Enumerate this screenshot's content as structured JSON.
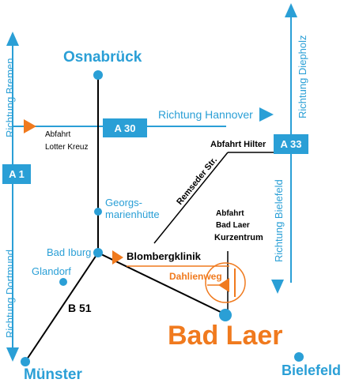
{
  "cities": {
    "osnabrueck": "Osnabrück",
    "muenster": "Münster",
    "bielefeld": "Bielefeld",
    "bad_laer": "Bad Laer",
    "bad_iburg": "Bad Iburg",
    "glandorf": "Glandorf",
    "georgsmarienhuette_1": "Georgs-",
    "georgsmarienhuette_2": "marienhütte"
  },
  "directions": {
    "bremen": "Richtung Bremen",
    "dortmund": "Richtung Dortmund",
    "hannover": "Richtung Hannover",
    "diepholz": "Richtung Diepholz",
    "bielefeld": "Richtung Bielefeld"
  },
  "highways": {
    "a1": "A 1",
    "a30": "A 30",
    "a33": "A 33",
    "b51": "B 51"
  },
  "exits": {
    "lotter_kreuz_1": "Abfahrt",
    "lotter_kreuz_2": "Lotter Kreuz",
    "hilter": "Abfahrt Hilter",
    "kurzentrum_1": "Abfahrt",
    "kurzentrum_2": "Bad Laer",
    "kurzentrum_3": "Kurzentrum"
  },
  "streets": {
    "remseder": "Remseder Str.",
    "blombergklinik": "Blombergklinik",
    "dahlienweg": "Dahlienweg"
  },
  "colors": {
    "accent_blue": "#2a9fd6",
    "accent_orange": "#f07a1e",
    "road": "#000000"
  }
}
